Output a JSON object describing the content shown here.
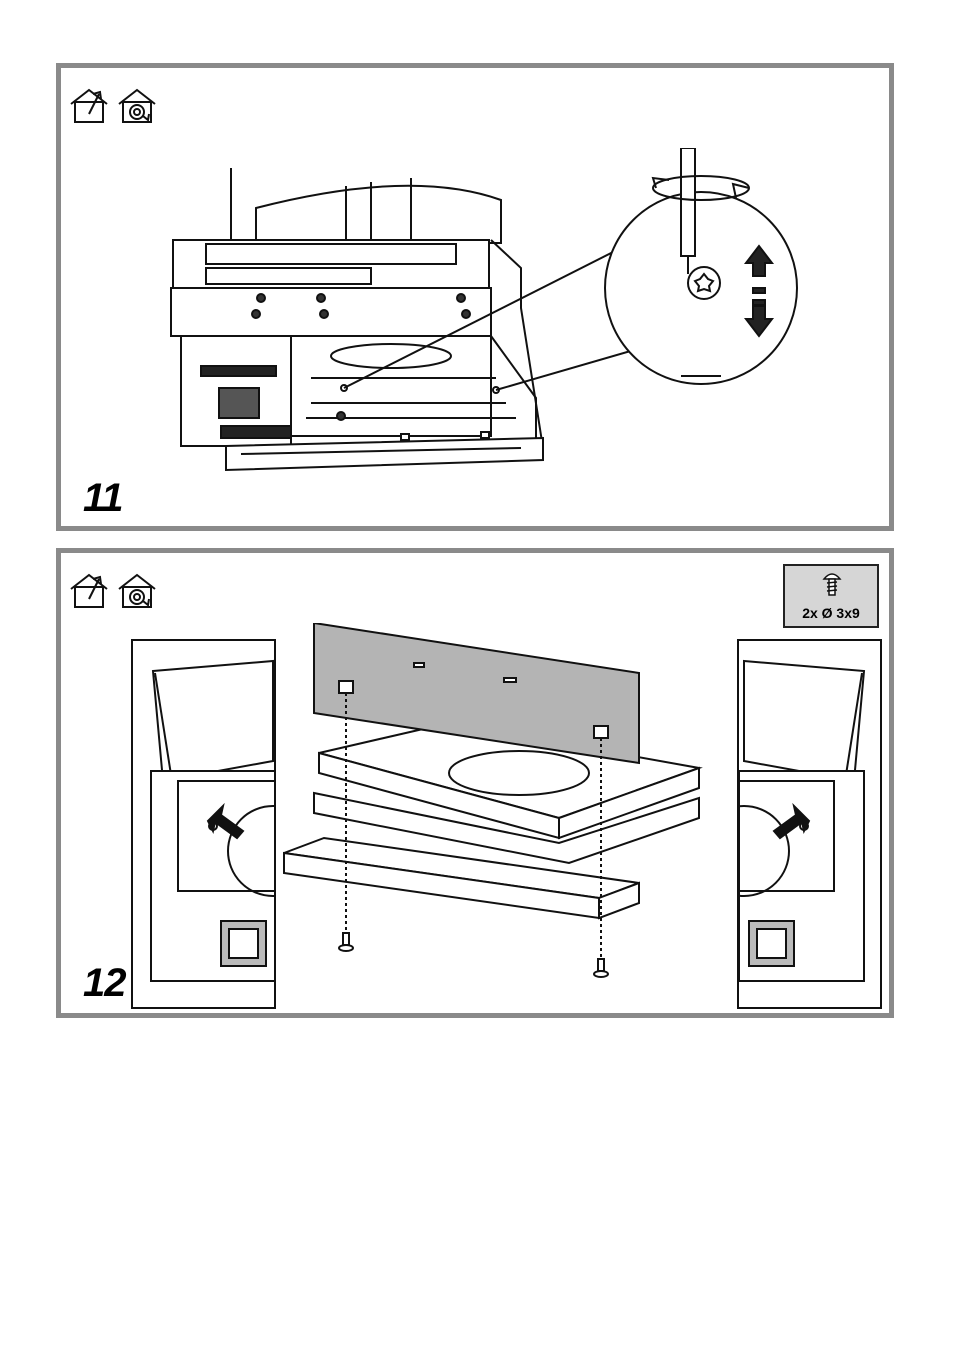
{
  "steps": [
    {
      "number": "11",
      "icons": [
        "ducted-outlet-icon",
        "recirculation-icon"
      ]
    },
    {
      "number": "12",
      "icons": [
        "ducted-outlet-icon",
        "recirculation-icon"
      ],
      "screw_spec": "2x Ø 3x9"
    }
  ],
  "colors": {
    "frame": "#8a8a8a",
    "panel_fill": "#b4b4b4",
    "line": "#111111"
  }
}
